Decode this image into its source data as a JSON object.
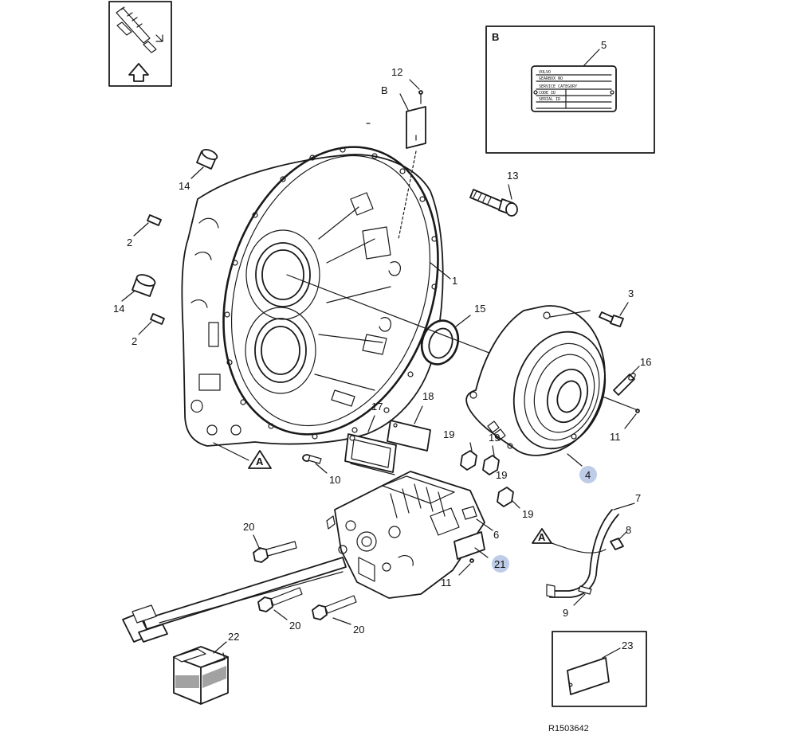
{
  "callouts": {
    "c1": "1",
    "c2a": "2",
    "c2b": "2",
    "c3": "3",
    "c4": "4",
    "c5": "5",
    "c6": "6",
    "c7": "7",
    "c8": "8",
    "c9": "9",
    "c10": "10",
    "c11a": "11",
    "c11b": "11",
    "c12": "12",
    "c13": "13",
    "c14a": "14",
    "c14b": "14",
    "c15": "15",
    "c16": "16",
    "c17": "17",
    "c18": "18",
    "c19a": "19",
    "c19b": "19",
    "c19c": "19",
    "c20a": "20",
    "c20b": "20",
    "c20c": "20",
    "c21": "21",
    "c22": "22",
    "c23": "23"
  },
  "view_letters": {
    "A_main": "A",
    "A_bracket": "A",
    "B_label": "B",
    "B_inset": "B"
  },
  "plate_text": {
    "brand": "VOLVO",
    "line1": "GEARBOX NO",
    "line2": "SERVICE CATEGORY",
    "line3": "CODE ID",
    "line4": "SERIAL ID"
  },
  "reference": "R1503642",
  "highlighted_callouts": [
    "4",
    "21"
  ]
}
